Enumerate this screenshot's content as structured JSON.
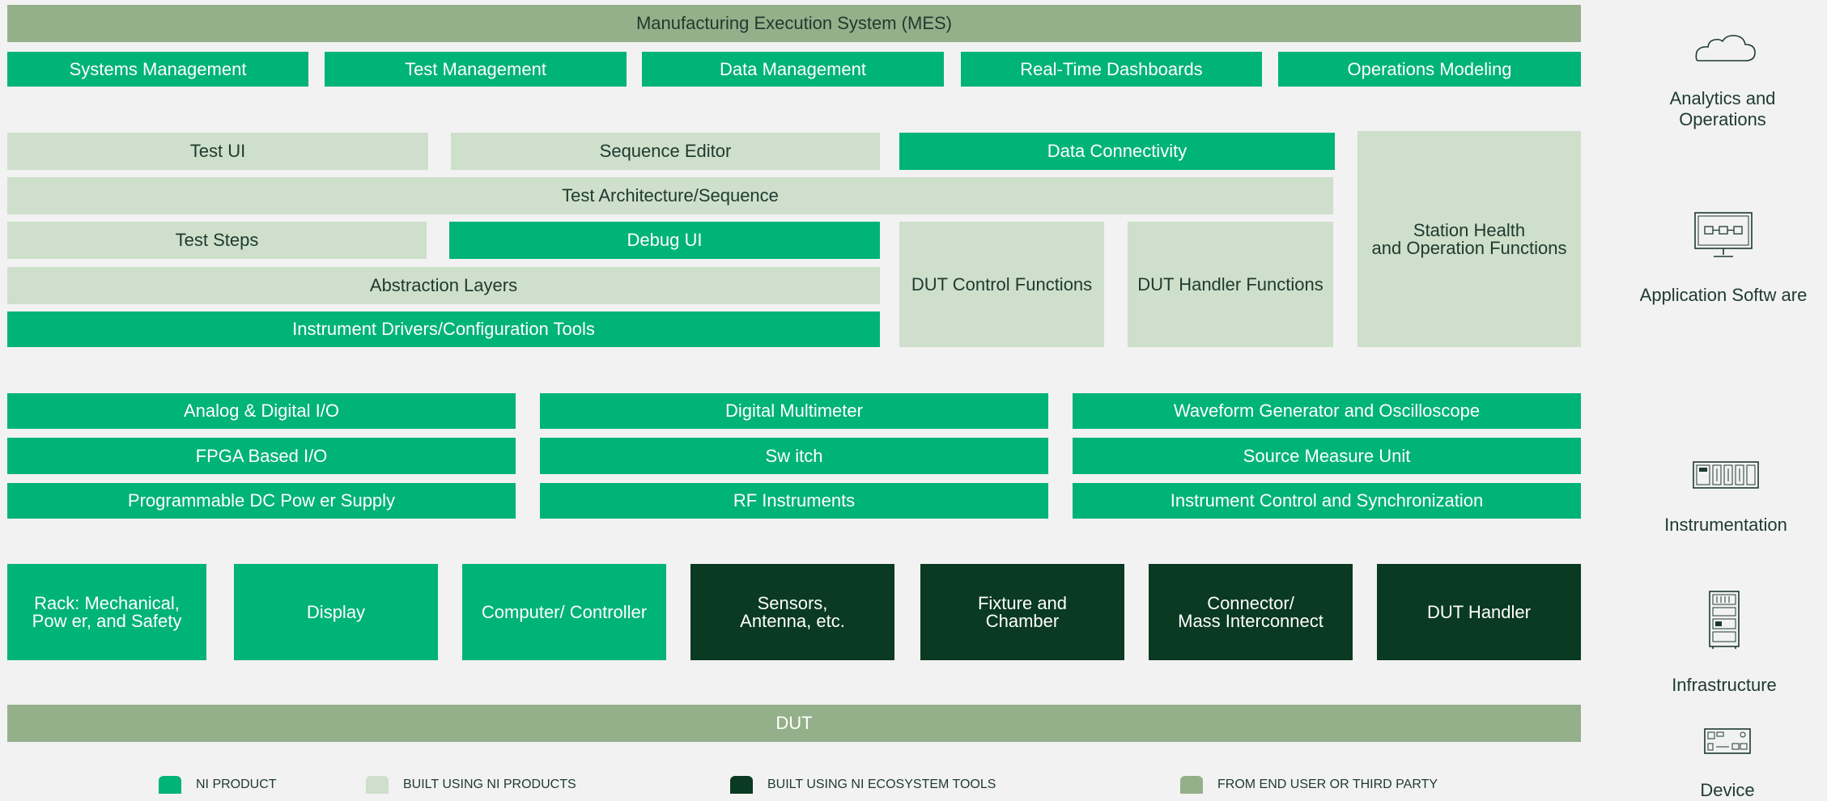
{
  "mes": {
    "title": "Manufacturing Execution System (MES)",
    "items": [
      "Systems Management",
      "Test Management",
      "Data Management",
      "Real-Time  Dashboards",
      "Operations Modeling"
    ]
  },
  "app": {
    "test_ui": "Test UI",
    "sequence_editor": "Sequence Editor",
    "data_connectivity": "Data Connectivity",
    "test_architecture": "Test Architecture/Sequence",
    "test_steps": "Test Steps",
    "debug_ui": "Debug UI",
    "abstraction_layers": "Abstraction Layers",
    "instrument_drivers": "Instrument Drivers/Configuration Tools",
    "dut_control": "DUT  Control  Functions",
    "dut_handler_functions": "DUT  Handler  Functions",
    "station_health": "Station Health\nand Operation  Functions"
  },
  "instruments": {
    "col1": [
      "Analog & Digital  I/O",
      "FPGA  Based I/O",
      "Programmable  DC Pow er Supply"
    ],
    "col2": [
      "Digital  Multimeter",
      "Sw itch",
      "RF Instruments"
    ],
    "col3": [
      "Waveform Generator and Oscilloscope",
      "Source Measure Unit",
      "Instrument Control and Synchronization"
    ]
  },
  "infrastructure": [
    "Rack: Mechanical,\nPow er, and Safety",
    "Display",
    "Computer/  Controller",
    "Sensors,\nAntenna, etc.",
    "Fixture and\nChamber",
    "Connector/\nMass  Interconnect",
    "DUT Handler"
  ],
  "dut": "DUT",
  "side_labels": {
    "analytics": "Analytics and\nOperations",
    "application": "Application Softw are",
    "instrumentation": "Instrumentation",
    "infrastructure": "Infrastructure",
    "device": "Device"
  },
  "icons": [
    "cloud-icon",
    "monitor-icon",
    "instrument-rack-icon",
    "cabinet-icon",
    "device-board-icon"
  ],
  "legend": [
    "NI PRODUCT",
    "BUILT USING NI PRODUCTS",
    "BUILT USING NI ECOSYSTEM TOOLS",
    "FROM END USER OR THIRD PARTY"
  ],
  "colors": {
    "ni_product": "#00b377",
    "built_using_ni": "#cedfcb",
    "ni_ecosystem": "#0a3a22",
    "third_party": "#94b08a",
    "background": "#f2f2f2"
  }
}
